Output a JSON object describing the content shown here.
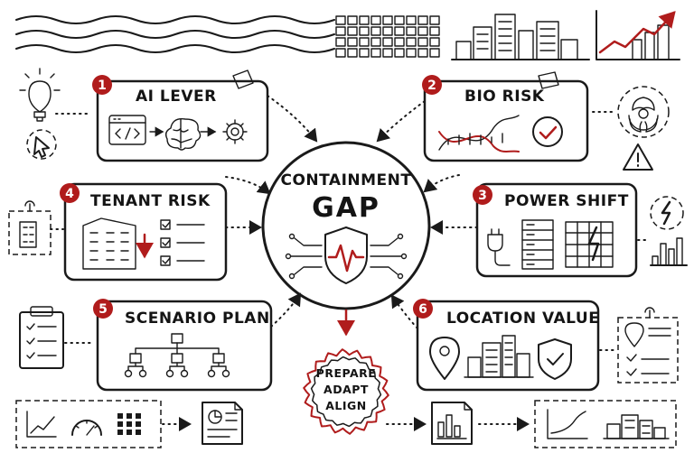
{
  "center": {
    "line1": "CONTAINMENT",
    "line2": "GAP"
  },
  "nodes": [
    {
      "badge": "1",
      "title": "AI LEVER"
    },
    {
      "badge": "2",
      "title": "BIO RISK"
    },
    {
      "badge": "3",
      "title": "POWER SHIFT"
    },
    {
      "badge": "4",
      "title": "TENANT RISK"
    },
    {
      "badge": "5",
      "title": "SCENARIO PLAN"
    },
    {
      "badge": "6",
      "title": "LOCATION VALUE"
    }
  ],
  "stamp": {
    "line1": "PREPARE",
    "line2": "ADAPT",
    "line3": "ALIGN"
  },
  "colors": {
    "accent": "#b01c1c",
    "ink": "#1a1a1a",
    "background": "#ffffff"
  }
}
